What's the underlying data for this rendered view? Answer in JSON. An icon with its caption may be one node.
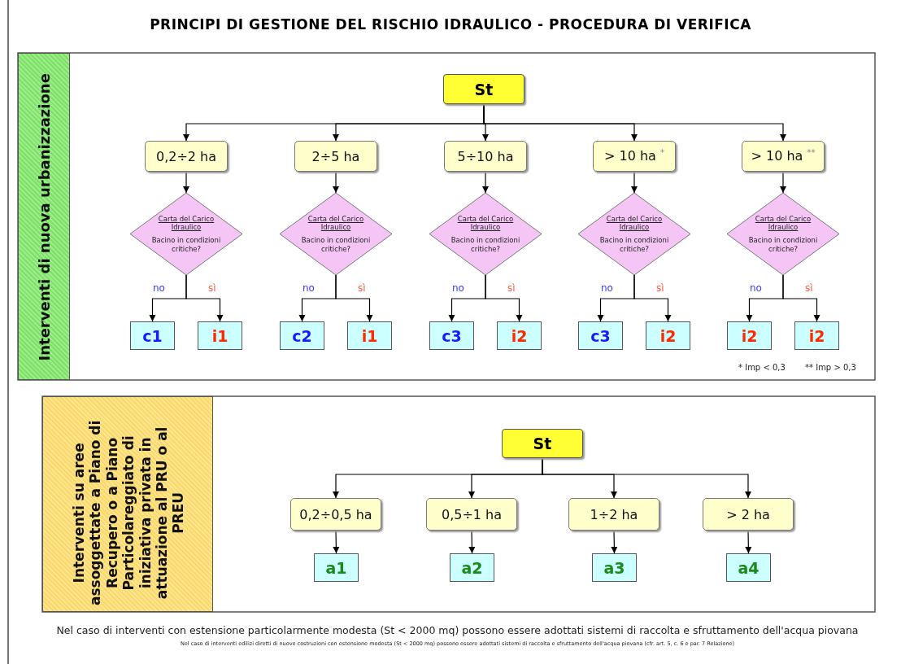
{
  "diagram": {
    "title": "PRINCIPI DI GESTIONE DEL RISCHIO IDRAULICO - PROCEDURA DI VERIFICA",
    "nodes": [
      {
        "text": [
          "Interventi di nuova urbanizzazione"
        ]
      },
      {
        "text": [
          "St"
        ]
      },
      {
        "text": [
          "0,2÷2 ha"
        ]
      },
      {
        "text": [
          "2÷5 ha"
        ]
      },
      {
        "text": [
          "5÷10 ha"
        ]
      },
      {
        "text": [
          "> 10 ha $^{*}$"
        ]
      },
      {
        "text": [
          "> 10 ha $^{**}$"
        ]
      },
      {
        "text": [
          "Carta del Carico Idraulico",
          "Bacino in condizioni critiche?"
        ]
      },
      {
        "text": [
          "Carta del Carico Idraulico",
          "Bacino in condizioni critiche?"
        ]
      },
      {
        "text": [
          "Carta del Carico Idraulico",
          "Bacino in condizioni critiche?"
        ]
      },
      {
        "text": [
          "Carta del Carico Idraulico",
          "Bacino in condizioni critiche?"
        ]
      },
      {
        "text": [
          "Carta del Carico Idraulico",
          "Bacino in condizioni critiche?"
        ]
      },
      {
        "text": [
          "c1"
        ]
      },
      {
        "text": [
          "i1"
        ]
      },
      {
        "text": [
          "c2"
        ]
      },
      {
        "text": [
          "i1"
        ]
      },
      {
        "text": [
          "c3"
        ]
      },
      {
        "text": [
          "i2"
        ]
      },
      {
        "text": [
          "c3"
        ]
      },
      {
        "text": [
          "i2"
        ]
      },
      {
        "text": [
          "i2"
        ]
      },
      {
        "text": [
          "i2"
        ]
      },
      {
        "text": [
          "Interventi su aree assoggettate a Piano di Recupero o a Piano Particolareggiato di iniziativa privata in attuazione al PRU o al PREU"
        ]
      },
      {
        "text": [
          "St"
        ]
      },
      {
        "text": [
          "0,2÷0,5 ha"
        ]
      },
      {
        "text": [
          "0,5÷1 ha"
        ]
      },
      {
        "text": [
          "1÷2 ha"
        ]
      },
      {
        "text": [
          "> 2 ha"
        ]
      },
      {
        "text": [
          "a1"
        ]
      },
      {
        "text": [
          "a2"
        ]
      },
      {
        "text": [
          "a3"
        ]
      },
      {
        "text": [
          "a4"
        ]
      }
    ],
    "edges": [
      {
        "from": 1,
        "to": 2,
        "arrow": "to"
      },
      {
        "from": 1,
        "to": 3,
        "arrow": "to"
      },
      {
        "from": 1,
        "to": 4,
        "arrow": "to"
      },
      {
        "from": 1,
        "to": 5,
        "arrow": "to"
      },
      {
        "from": 1,
        "to": 6,
        "arrow": "to"
      },
      {
        "from": 2,
        "to": 7,
        "arrow": "to"
      },
      {
        "from": 3,
        "to": 8,
        "arrow": "to"
      },
      {
        "from": 4,
        "to": 9,
        "arrow": "to"
      },
      {
        "from": 5,
        "to": 10,
        "arrow": "to"
      },
      {
        "from": 6,
        "to": 11,
        "arrow": "to"
      },
      {
        "from": 7,
        "to": 12,
        "arrow": "to",
        "label": "no"
      },
      {
        "from": 7,
        "to": 13,
        "arrow": "to",
        "label": "sì"
      },
      {
        "from": 8,
        "to": 14,
        "arrow": "to",
        "label": "no"
      },
      {
        "from": 8,
        "to": 15,
        "arrow": "to",
        "label": "sì"
      },
      {
        "from": 9,
        "to": 16,
        "arrow": "to",
        "label": "no"
      },
      {
        "from": 9,
        "to": 17,
        "arrow": "to",
        "label": "sì"
      },
      {
        "from": 10,
        "to": 18,
        "arrow": "to",
        "label": "no"
      },
      {
        "from": 10,
        "to": 19,
        "arrow": "to",
        "label": "sì"
      },
      {
        "from": 11,
        "to": 20,
        "arrow": "to",
        "label": "no"
      },
      {
        "from": 11,
        "to": 21,
        "arrow": "to",
        "label": "sì"
      },
      {
        "from": 23,
        "to": 24,
        "arrow": "to"
      },
      {
        "from": 23,
        "to": 25,
        "arrow": "to"
      },
      {
        "from": 23,
        "to": 26,
        "arrow": "to"
      },
      {
        "from": 23,
        "to": 27,
        "arrow": "to"
      },
      {
        "from": 24,
        "to": 28,
        "arrow": "to"
      },
      {
        "from": 25,
        "to": 29,
        "arrow": "to"
      },
      {
        "from": 26,
        "to": 30,
        "arrow": "to"
      },
      {
        "from": 27,
        "to": 31,
        "arrow": "to"
      }
    ],
    "labels": [
      "* Imp < 0,3",
      "** Imp > 0,3",
      "Nel caso di interventi con estensione particolarmente modesta (St < 2000 mq) possono essere adottati sistemi di raccolta e sfruttamento dell'acqua piovana",
      "Nel caso di interventi edilizi diretti di nuove costruzioni con estensione modesta (St < 2000 mq) possono essere adottati sistemi di raccolta e sfruttamento dell'acqua piovana (cfr. art. 5, c. 6 e par. 7 Relazione)"
    ]
  }
}
